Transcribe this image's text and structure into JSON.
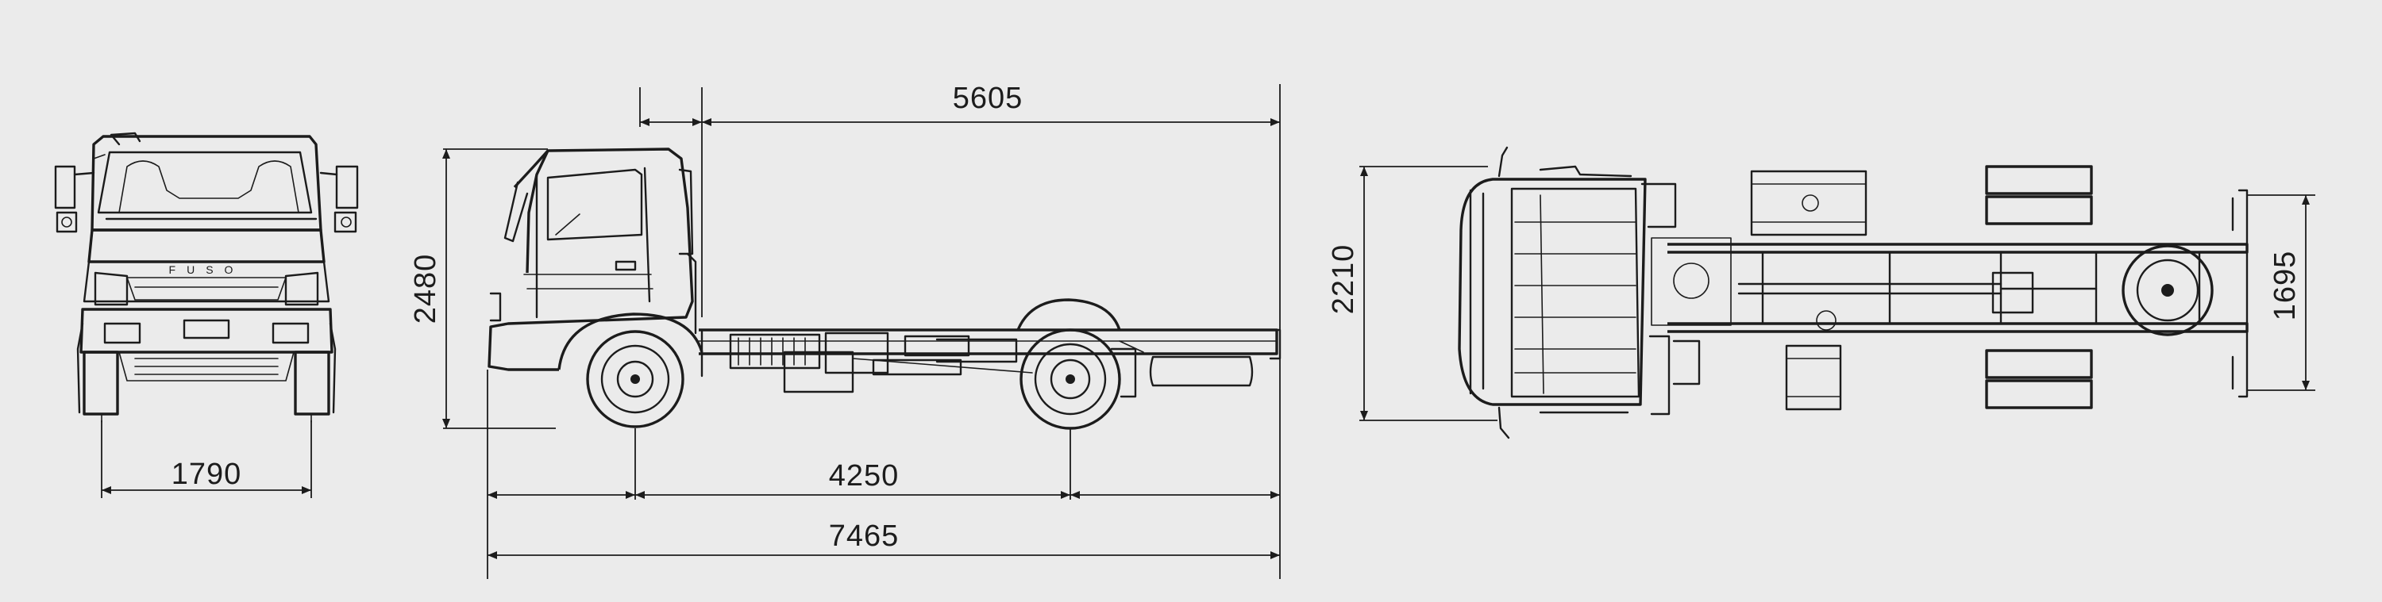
{
  "colors": {
    "background": "#ebebeb",
    "line": "#1c1c1c"
  },
  "dimensions": {
    "front_track": "1790",
    "cab_height": "2480",
    "cab_to_rear_length": "5605",
    "wheelbase": "4250",
    "overall_length": "7465",
    "cab_width": "2210",
    "rear_frame_width": "1695"
  },
  "views": {
    "front": {
      "logo_text": "FUSO"
    },
    "side": {},
    "top": {}
  }
}
